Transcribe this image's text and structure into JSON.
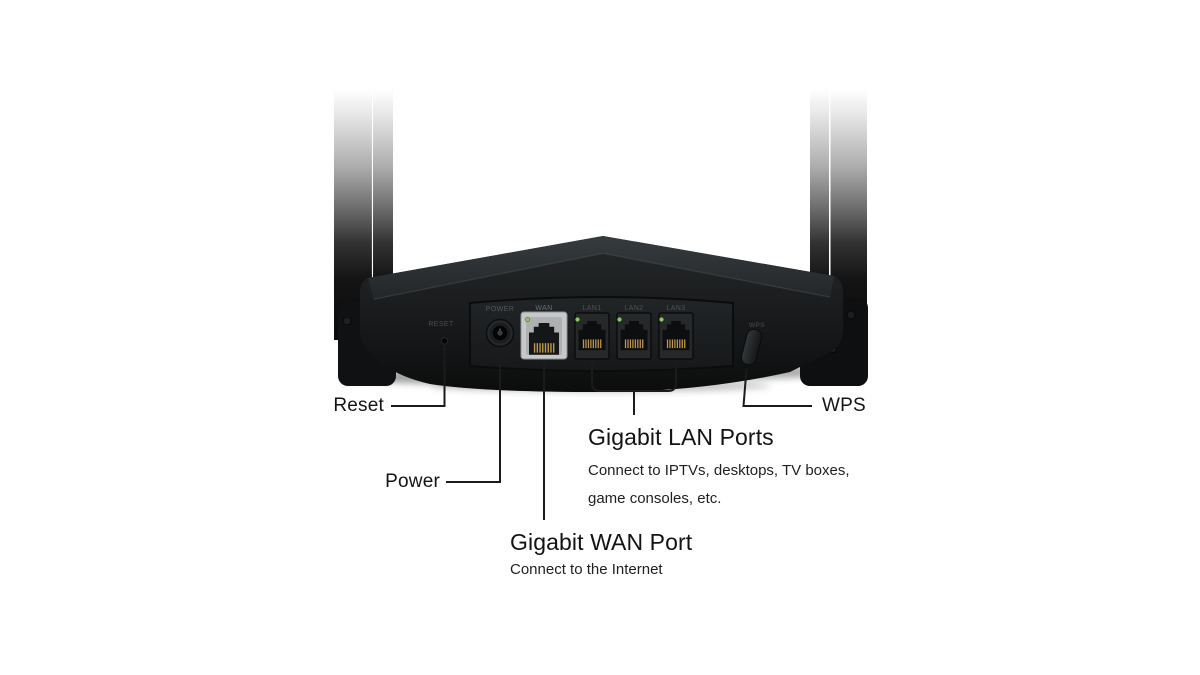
{
  "page": {
    "background": "#ffffff"
  },
  "device": {
    "name": "wireless-router-rear-view",
    "panel_labels": {
      "reset": "RESET",
      "power": "POWER",
      "wan": "WAN",
      "lan1": "LAN1",
      "lan2": "LAN2",
      "lan3": "LAN3",
      "wps": "WPS"
    }
  },
  "callouts": {
    "reset": {
      "label": "Reset"
    },
    "power": {
      "label": "Power"
    },
    "wan": {
      "title": "Gigabit WAN Port",
      "description": "Connect to the Internet"
    },
    "lan": {
      "title": "Gigabit LAN Ports",
      "description_line1": "Connect to IPTVs, desktops, TV boxes,",
      "description_line2": "game consoles, etc."
    },
    "wps": {
      "label": "WPS"
    }
  },
  "colors": {
    "leader_line": "#1b1b1b",
    "text": "#141414",
    "led_green": "#8cc468",
    "pin_gold": "#c0984a",
    "wan_bezel": "#c6c8c9",
    "body_black": "#1a1c1d"
  }
}
